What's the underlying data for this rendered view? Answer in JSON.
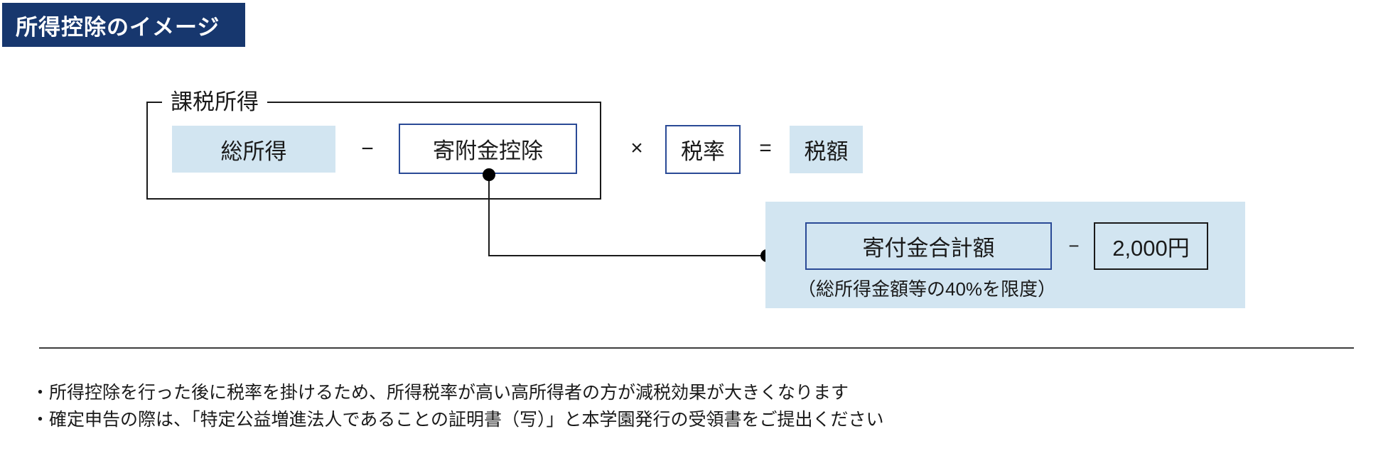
{
  "title_badge": "所得控除のイメージ",
  "diagram": {
    "group_label": "課税所得",
    "total_income": "総所得",
    "minus": "−",
    "donation_deduction": "寄附金控除",
    "times": "×",
    "tax_rate": "税率",
    "equals": "=",
    "tax_amount": "税額",
    "panel": {
      "donation_total": "寄付金合計額",
      "minus": "−",
      "fixed_amount": "2,000円",
      "limit_note": "（総所得金額等の40%を限度）"
    }
  },
  "footnotes": [
    "・所得控除を行った後に税率を掛けるため、所得税率が高い高所得者の方が減税効果が大きくなります",
    "・確定申告の際は、「特定公益増進法人であることの証明書（写）」と本学園発行の受領書をご提出ください"
  ],
  "colors": {
    "navy": "#17376e",
    "light_blue": "#d2e5f1",
    "box_border_blue": "#2a4a96",
    "line_black": "#1a1a1a"
  }
}
